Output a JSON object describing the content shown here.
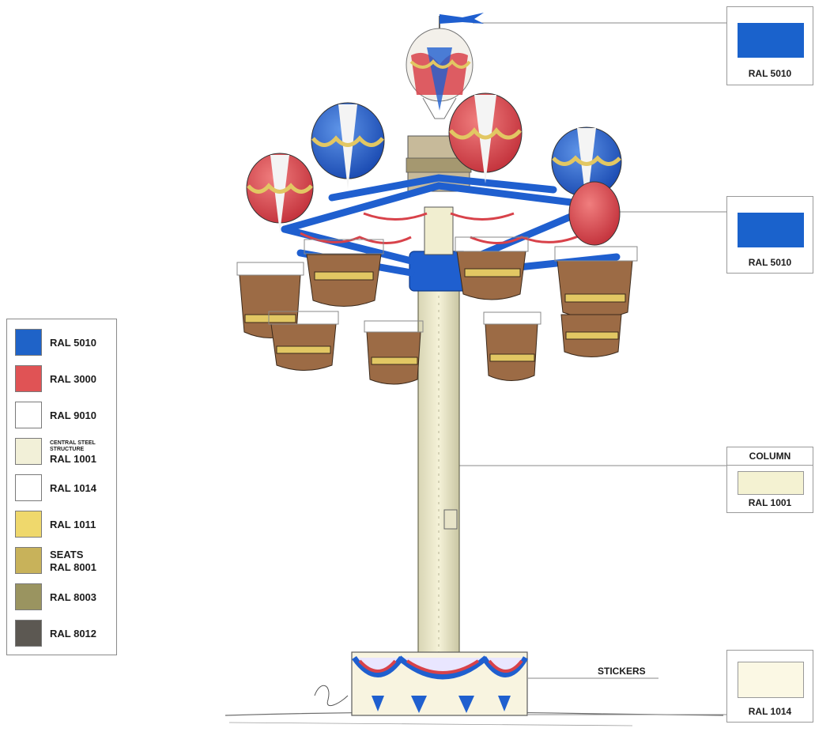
{
  "legend": {
    "items": [
      {
        "code": "RAL 5010",
        "color": "#1f63c8"
      },
      {
        "code": "RAL 3000",
        "color": "#e05355"
      },
      {
        "code": "RAL 9010",
        "color": "#ffffff"
      },
      {
        "note": "CENTRAL STEEL STRUCTURE",
        "code": "RAL 1001",
        "color": "#f2f0d8"
      },
      {
        "code": "RAL 1014",
        "color": "#ffffff"
      },
      {
        "code": "RAL 1011",
        "color": "#efd86c"
      },
      {
        "note": "SEATS",
        "code": "RAL 8001",
        "color": "#c8b25a"
      },
      {
        "code": "RAL 8003",
        "color": "#9a9460"
      },
      {
        "code": "RAL 8012",
        "color": "#5c5852"
      }
    ]
  },
  "callouts": {
    "flag": {
      "code": "RAL 5010",
      "color": "#1a62cc"
    },
    "frame": {
      "code": "RAL 5010",
      "color": "#1a62cc"
    },
    "column": {
      "heading": "COLUMN",
      "code": "RAL 1001",
      "color": "#f4f2d2"
    },
    "base": {
      "code": "RAL 1014",
      "color": "#fbf8e4"
    }
  },
  "stickers_label": "STICKERS",
  "colors": {
    "blue": "#1f5fcf",
    "red": "#d8424a",
    "cream": "#f1eed0",
    "gondola": "#9c6b45",
    "gold": "#e2c763",
    "line": "#6e6e6e"
  }
}
